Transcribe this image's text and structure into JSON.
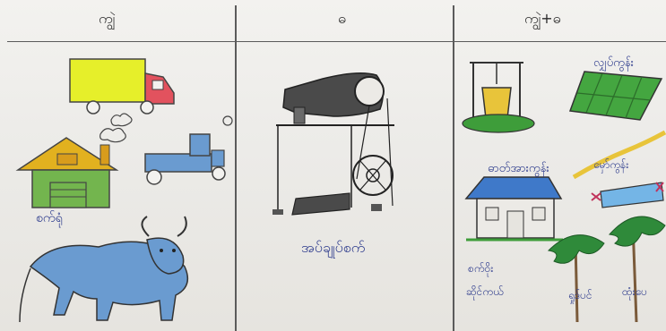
{
  "columns": [
    {
      "title": "ကျွဲ"
    },
    {
      "title": "ဓ"
    },
    {
      "title": "ကျွဲ+ဓ"
    }
  ],
  "captions": {
    "factory": "စက်ရုံ",
    "machine": "အပ်ချုပ်စက်",
    "solar_panel": "လျှပ်ကွန်း",
    "water_well": "ဓာတ်အားကွန်း",
    "pipe": "မှော်ကွန်း",
    "village": "စက်ဝိုး",
    "house": "ဆိုင်ကယ်",
    "palm_left": "ရှုဒ်ပင်",
    "palm_right": "ထုံးပေ"
  },
  "colors": {
    "truck_body": "#e6ef2a",
    "truck_cab": "#e2525e",
    "roof": "#e2b11f",
    "wall": "#73b54e",
    "buffalo": "#6a9bd0",
    "solar": "#44a640",
    "well_water": "#e8c43a",
    "pipe": "#74b5e6",
    "house_roof": "#3f79c9",
    "palm": "#2f8a3a",
    "ink": "#2c3a8c"
  },
  "icons": [
    "truck-icon",
    "factory-icon",
    "tractor-icon",
    "buffalo-icon",
    "sewing-machine-icon",
    "well-icon",
    "solar-panel-icon",
    "house-icon",
    "pipe-icon",
    "palm-tree-icon"
  ]
}
